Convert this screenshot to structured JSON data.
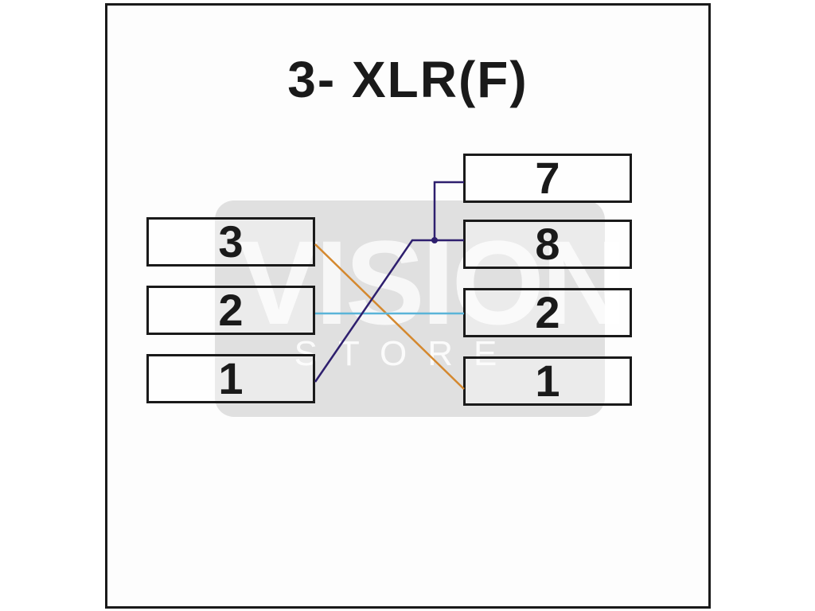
{
  "title": "3- XLR(F)",
  "watermark": {
    "word": "VISION",
    "sub": "STORE"
  },
  "left_pins": [
    {
      "label": "3"
    },
    {
      "label": "2"
    },
    {
      "label": "1"
    }
  ],
  "right_pins": [
    {
      "label": "7"
    },
    {
      "label": "8"
    },
    {
      "label": "2"
    },
    {
      "label": "1"
    }
  ],
  "wires": [
    {
      "from_side": "left",
      "from_pin": "3",
      "to_side": "right",
      "to_pin": "1",
      "color": "#d4882e"
    },
    {
      "from_side": "left",
      "from_pin": "2",
      "to_side": "right",
      "to_pin": "2",
      "color": "#5ab4d8"
    },
    {
      "from_side": "left",
      "from_pin": "1",
      "to_side": "right",
      "to_pin": "8",
      "color": "#2e1f6e"
    },
    {
      "from_side": "right",
      "from_pin": "8",
      "to_side": "right",
      "to_pin": "7",
      "color": "#2e1f6e"
    }
  ]
}
